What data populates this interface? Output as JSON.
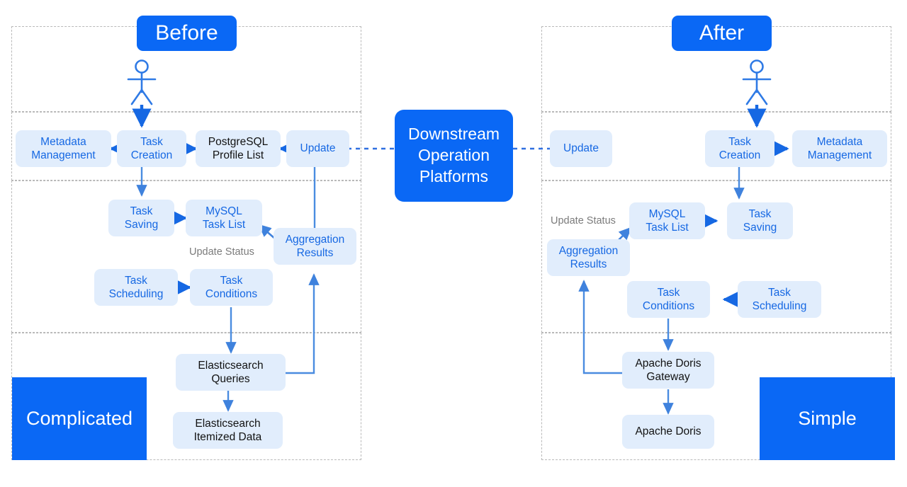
{
  "diagram": {
    "title_before": "Before",
    "title_after": "After",
    "verdict_before": "Complicated",
    "verdict_after": "Simple",
    "center_hub": "Downstream\nOperation\nPlatforms",
    "center_hub_lines": [
      "Downstream",
      "Operation",
      "Platforms"
    ],
    "colors": {
      "accent_blue": "#0a68f5",
      "node_fill": "#e1edfc",
      "node_text_blue": "#1668e3",
      "node_text_dark": "#121212",
      "sublabel_gray": "#7b7b7b",
      "zone_border": "#b9b9b9",
      "arrow_blue": "#1668e3",
      "thin_line_blue": "#4a8ce0"
    },
    "actor_icon": "user-stick-figure-icon"
  },
  "before": {
    "nodes": [
      {
        "id": "metadata-management",
        "label": "Metadata\nManagement",
        "lines": [
          "Metadata",
          "Management"
        ],
        "text_style": "blue"
      },
      {
        "id": "task-creation",
        "label": "Task\nCreation",
        "lines": [
          "Task",
          "Creation"
        ],
        "text_style": "blue"
      },
      {
        "id": "postgresql-profile-list",
        "label": "PostgreSQL\nProfile List",
        "lines": [
          "PostgreSQL",
          "Profile List"
        ],
        "text_style": "dark"
      },
      {
        "id": "update",
        "label": "Update",
        "lines": [
          "Update"
        ],
        "text_style": "blue"
      },
      {
        "id": "task-saving",
        "label": "Task\nSaving",
        "lines": [
          "Task",
          "Saving"
        ],
        "text_style": "blue"
      },
      {
        "id": "mysql-task-list",
        "label": "MySQL\nTask List",
        "lines": [
          "MySQL",
          "Task List"
        ],
        "text_style": "blue"
      },
      {
        "id": "aggregation-results",
        "label": "Aggregation\nResults",
        "lines": [
          "Aggregation",
          "Results"
        ],
        "text_style": "blue"
      },
      {
        "id": "task-scheduling",
        "label": "Task\nScheduling",
        "lines": [
          "Task",
          "Scheduling"
        ],
        "text_style": "blue"
      },
      {
        "id": "task-conditions",
        "label": "Task\nConditions",
        "lines": [
          "Task",
          "Conditions"
        ],
        "text_style": "blue"
      },
      {
        "id": "elasticsearch-queries",
        "label": "Elasticsearch\nQueries",
        "lines": [
          "Elasticsearch",
          "Queries"
        ],
        "text_style": "dark"
      },
      {
        "id": "elasticsearch-itemized-data",
        "label": "Elasticsearch\nItemized Data",
        "lines": [
          "Elasticsearch",
          "Itemized Data"
        ],
        "text_style": "dark"
      }
    ],
    "annotations": [
      {
        "id": "update-status",
        "label": "Update Status"
      }
    ],
    "edges": [
      {
        "from": "actor",
        "to": "task-creation",
        "style": "solid-thick"
      },
      {
        "from": "task-creation",
        "to": "metadata-management",
        "style": "solid-thick"
      },
      {
        "from": "task-creation",
        "to": "postgresql-profile-list",
        "style": "solid-thick"
      },
      {
        "from": "update",
        "to": "postgresql-profile-list",
        "style": "solid-thick"
      },
      {
        "from": "task-creation",
        "to": "task-saving",
        "style": "solid-thin"
      },
      {
        "from": "task-saving",
        "to": "mysql-task-list",
        "style": "solid-thick"
      },
      {
        "from": "aggregation-results",
        "to": "mysql-task-list",
        "style": "solid-thin",
        "label": "Update Status"
      },
      {
        "from": "update",
        "to": "aggregation-results",
        "style": "solid-thin"
      },
      {
        "from": "task-scheduling",
        "to": "task-conditions",
        "style": "solid-thick"
      },
      {
        "from": "task-conditions",
        "to": "elasticsearch-queries",
        "style": "solid-thin"
      },
      {
        "from": "elasticsearch-queries",
        "to": "elasticsearch-itemized-data",
        "style": "solid-thin"
      },
      {
        "from": "elasticsearch-queries",
        "to": "aggregation-results",
        "style": "solid-thin-elbow"
      },
      {
        "from": "downstream-operation-platforms",
        "to": "update",
        "style": "dotted"
      }
    ]
  },
  "after": {
    "nodes": [
      {
        "id": "update",
        "label": "Update",
        "lines": [
          "Update"
        ],
        "text_style": "blue"
      },
      {
        "id": "task-creation",
        "label": "Task\nCreation",
        "lines": [
          "Task",
          "Creation"
        ],
        "text_style": "blue"
      },
      {
        "id": "metadata-management",
        "label": "Metadata\nManagement",
        "lines": [
          "Metadata",
          "Management"
        ],
        "text_style": "blue"
      },
      {
        "id": "aggregation-results",
        "label": "Aggregation\nResults",
        "lines": [
          "Aggregation",
          "Results"
        ],
        "text_style": "blue"
      },
      {
        "id": "mysql-task-list",
        "label": "MySQL\nTask List",
        "lines": [
          "MySQL",
          "Task List"
        ],
        "text_style": "blue"
      },
      {
        "id": "task-saving",
        "label": "Task\nSaving",
        "lines": [
          "Task",
          "Saving"
        ],
        "text_style": "blue"
      },
      {
        "id": "task-conditions",
        "label": "Task\nConditions",
        "lines": [
          "Task",
          "Conditions"
        ],
        "text_style": "blue"
      },
      {
        "id": "task-scheduling",
        "label": "Task\nScheduling",
        "lines": [
          "Task",
          "Scheduling"
        ],
        "text_style": "blue"
      },
      {
        "id": "apache-doris-gateway",
        "label": "Apache Doris\nGateway",
        "lines": [
          "Apache Doris",
          "Gateway"
        ],
        "text_style": "dark"
      },
      {
        "id": "apache-doris",
        "label": "Apache Doris",
        "lines": [
          "Apache Doris"
        ],
        "text_style": "dark"
      }
    ],
    "annotations": [
      {
        "id": "update-status",
        "label": "Update Status"
      }
    ],
    "edges": [
      {
        "from": "actor",
        "to": "task-creation",
        "style": "solid-thick"
      },
      {
        "from": "task-creation",
        "to": "metadata-management",
        "style": "solid-thick"
      },
      {
        "from": "task-creation",
        "to": "task-saving",
        "style": "solid-thin"
      },
      {
        "from": "mysql-task-list",
        "to": "task-saving",
        "style": "solid-thick"
      },
      {
        "from": "aggregation-results",
        "to": "mysql-task-list",
        "style": "solid-thin",
        "label": "Update Status"
      },
      {
        "from": "task-scheduling",
        "to": "task-conditions",
        "style": "solid-thick"
      },
      {
        "from": "task-conditions",
        "to": "apache-doris-gateway",
        "style": "solid-thin"
      },
      {
        "from": "apache-doris-gateway",
        "to": "apache-doris",
        "style": "solid-thin"
      },
      {
        "from": "apache-doris-gateway",
        "to": "aggregation-results",
        "style": "solid-thin-elbow"
      },
      {
        "from": "downstream-operation-platforms",
        "to": "update",
        "style": "dotted"
      }
    ]
  }
}
